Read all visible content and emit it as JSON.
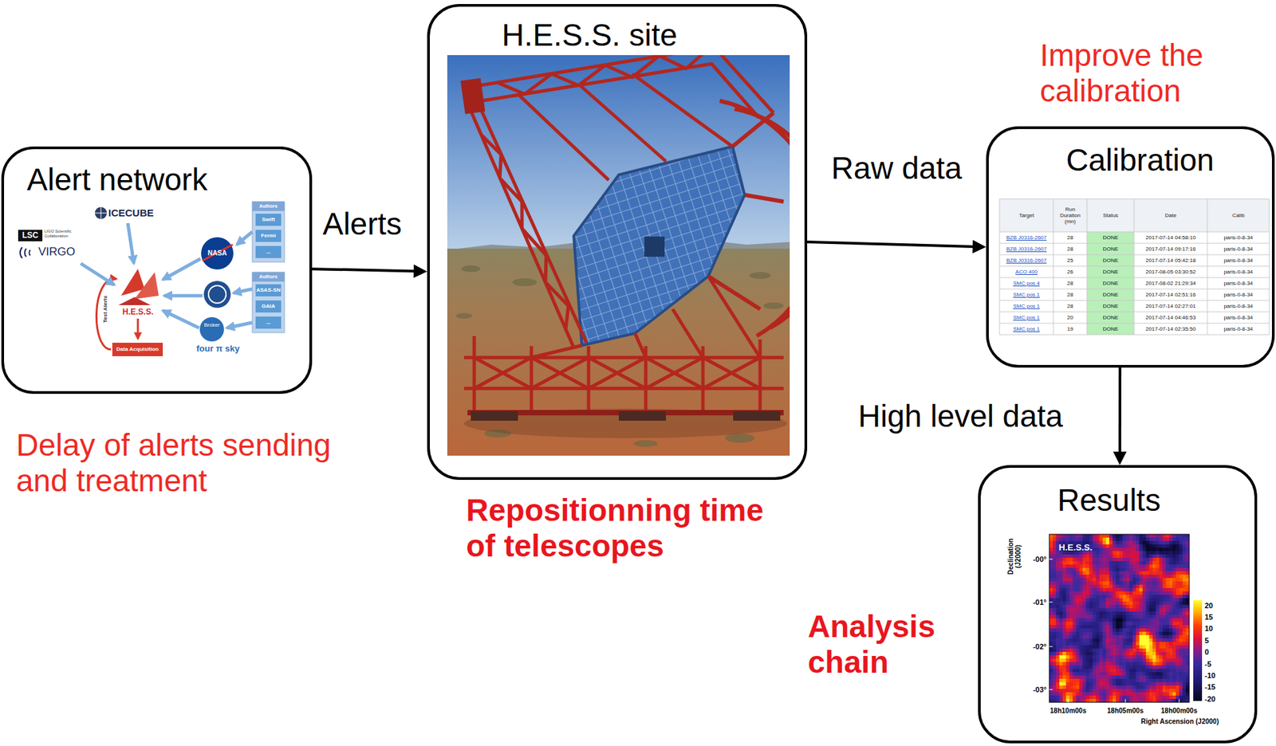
{
  "diagram": {
    "nodes": [
      {
        "text": [
          "Alert network"
        ]
      },
      {
        "text": [
          "H.E.S.S. site"
        ]
      },
      {
        "text": [
          "Calibration"
        ]
      },
      {
        "text": [
          "Results"
        ]
      }
    ],
    "edges": [
      {
        "from": 0,
        "to": 1,
        "arrow": "to",
        "label": "Alerts"
      },
      {
        "from": 1,
        "to": 2,
        "arrow": "to",
        "label": "Raw data"
      },
      {
        "from": 2,
        "to": 3,
        "arrow": "to",
        "label": "High level data"
      }
    ],
    "labels": [
      "Delay of alerts sending and treatment",
      "Repositionning time of telescopes",
      "Improve the calibration",
      "Analysis chain",
      "ICECUBE",
      "LSC",
      "LIGO Scientific Collaboration",
      "VIRGO",
      "NASA",
      "Authors",
      "Swift",
      "Fermi",
      "...",
      "Authors",
      "ASAS-SN",
      "GAIA",
      "...",
      "H.E.S.S.",
      "Data Acquisition",
      "four π sky",
      "Broker",
      "Test Alerts",
      "Target",
      "Run Duration (mn)",
      "Status",
      "Date",
      "Calib",
      "BZB J0316-2607",
      "28",
      "DONE",
      "2017-07-14 04:58:10",
      "paris-0-8-34",
      "BZB J0316-2607",
      "28",
      "DONE",
      "2017-07-14 09:17:16",
      "paris-0-8-34",
      "BZB J0316-2607",
      "25",
      "DONE",
      "2017-07-14 05:42:18",
      "paris-0-8-34",
      "ACO 400",
      "26",
      "DONE",
      "2017-08-05 03:30:52",
      "paris-0-8-34",
      "SMC pos 4",
      "28",
      "DONE",
      "2017-08-02 21:29:34",
      "paris-0-8-34",
      "SMC pos 1",
      "28",
      "DONE",
      "2017-07-14 02:51:16",
      "paris-0-8-34",
      "SMC pos 1",
      "28",
      "DONE",
      "2017-07-14 02:27:01",
      "paris-0-8-34",
      "SMC pos 1",
      "20",
      "DONE",
      "2017-07-14 04:46:53",
      "paris-0-8-34",
      "SMC pos 1",
      "19",
      "DONE",
      "2017-07-14 02:35:50",
      "paris-0-8-34",
      "H.E.S.S.",
      "Declination (J2000)",
      "-00°",
      "-01°",
      "-02°",
      "-03°",
      "18h10m00s",
      "18h05m00s",
      "18h00m00s",
      "Right Ascension (J2000)",
      "20",
      "15",
      "10",
      "5",
      "0",
      "-5",
      "-10",
      "-15",
      "-20"
    ]
  }
}
